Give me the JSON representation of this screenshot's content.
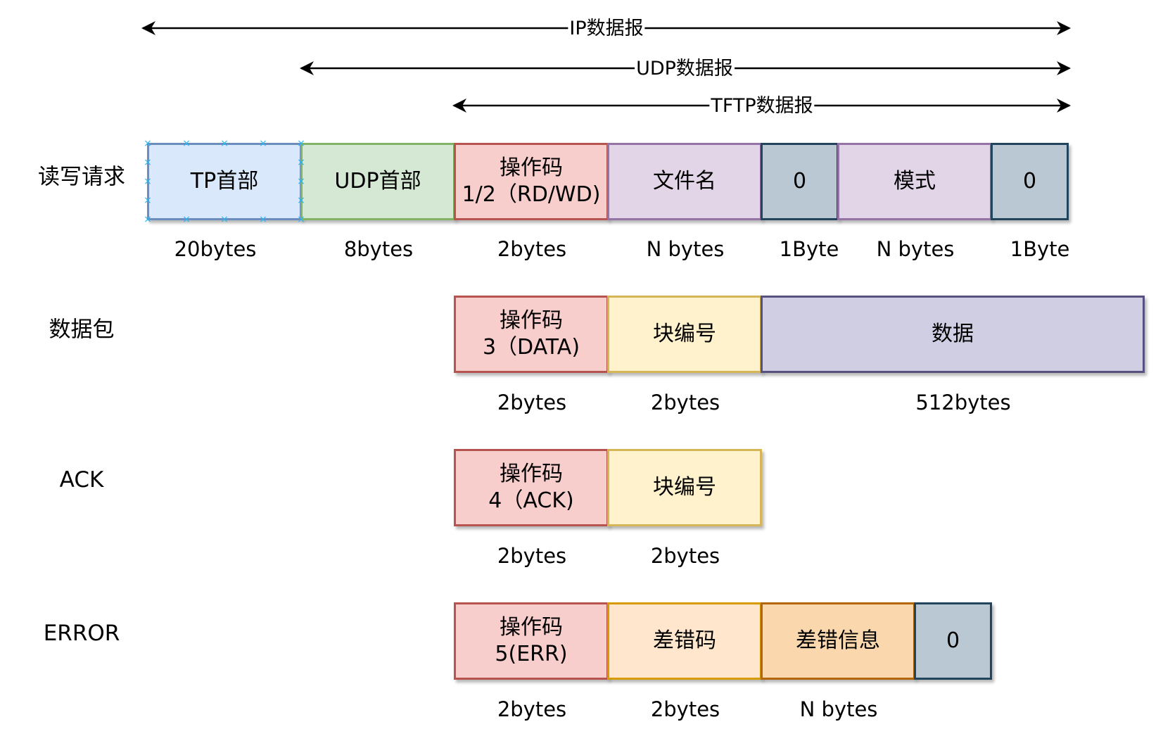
{
  "arrows": [
    {
      "label": "IP数据报"
    },
    {
      "label": "UDP数据报"
    },
    {
      "label": "TFTP数据报"
    }
  ],
  "rows": [
    {
      "label": "读写请求",
      "fields": [
        {
          "lines": [
            "TP首部"
          ],
          "size": "20bytes"
        },
        {
          "lines": [
            "UDP首部"
          ],
          "size": "8bytes"
        },
        {
          "lines": [
            "操作码",
            "1/2（RD/WD)"
          ],
          "size": "2bytes"
        },
        {
          "lines": [
            "文件名"
          ],
          "size": "N bytes"
        },
        {
          "lines": [
            "0"
          ],
          "size": "1Byte"
        },
        {
          "lines": [
            "模式"
          ],
          "size": "N bytes"
        },
        {
          "lines": [
            "0"
          ],
          "size": "1Byte"
        }
      ]
    },
    {
      "label": "数据包",
      "fields": [
        {
          "lines": [
            "操作码",
            "3（DATA)"
          ],
          "size": "2bytes"
        },
        {
          "lines": [
            "块编号"
          ],
          "size": "2bytes"
        },
        {
          "lines": [
            "数据"
          ],
          "size": "512bytes"
        }
      ]
    },
    {
      "label": "ACK",
      "fields": [
        {
          "lines": [
            "操作码",
            "4（ACK)"
          ],
          "size": "2bytes"
        },
        {
          "lines": [
            "块编号"
          ],
          "size": "2bytes"
        }
      ]
    },
    {
      "label": "ERROR",
      "fields": [
        {
          "lines": [
            "操作码",
            "5(ERR)"
          ],
          "size": "2bytes"
        },
        {
          "lines": [
            "差错码"
          ],
          "size": "2bytes"
        },
        {
          "lines": [
            "差错信息"
          ],
          "size": "N bytes"
        },
        {
          "lines": [
            "0"
          ],
          "size": ""
        }
      ]
    }
  ],
  "colors": {
    "opcode_fill": "#f8cecc",
    "ip_header_fill": "#dae8fc",
    "udp_header_fill": "#d5e8d4",
    "filename_fill": "#e1d5e7",
    "zero_fill": "#bac8d3",
    "block_fill": "#fff2cc",
    "data_fill": "#d0cee2",
    "errcode_fill": "#ffe6cc",
    "errmsg_fill": "#fad7ac"
  }
}
